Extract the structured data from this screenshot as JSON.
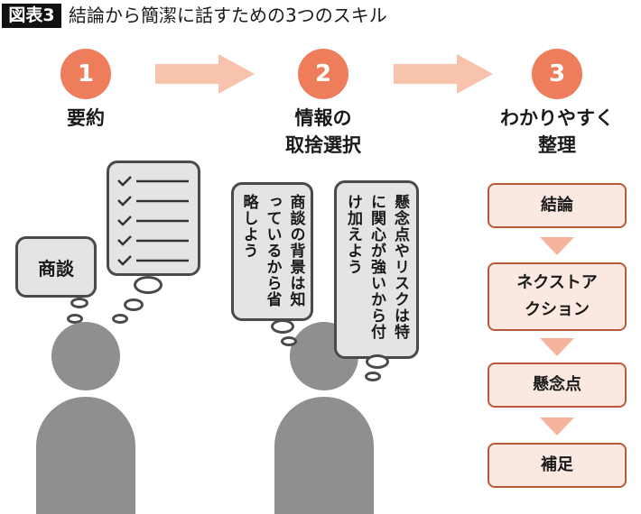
{
  "header": {
    "tag": "図表3",
    "title": "結論から簡潔に話すための3つのスキル"
  },
  "steps": [
    {
      "number": "1",
      "label_lines": [
        "要約"
      ]
    },
    {
      "number": "2",
      "label_lines": [
        "情報の",
        "取捨選択"
      ]
    },
    {
      "number": "3",
      "label_lines": [
        "わかりやすく",
        "整理"
      ]
    }
  ],
  "bubbles": {
    "shodan": "商談",
    "omit": "商談の背景は知っているから省略しよう",
    "add": "懸念点やリスクは特に関心が強いから付け加えよう"
  },
  "flow": [
    "結論",
    "ネクストアクション",
    "懸念点",
    "補足"
  ],
  "colors": {
    "accent": "#ee7d5c",
    "arrow": "#f8c3ad",
    "box_fill": "#fbe8e0",
    "box_border": "#b9593c",
    "person": "#8f8f8f"
  }
}
